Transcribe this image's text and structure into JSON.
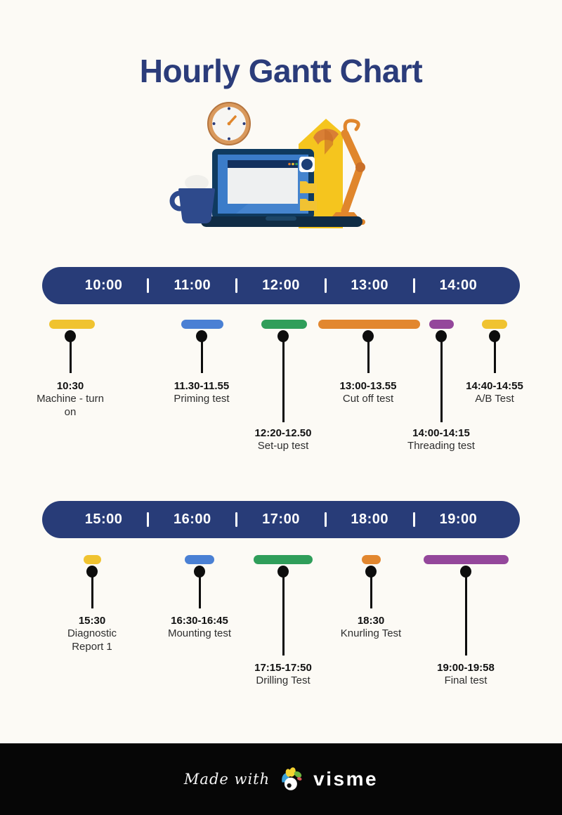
{
  "page": {
    "title": "Hourly Gantt Chart",
    "background": "#fcfaf5"
  },
  "colors": {
    "navy": "#283c78",
    "title_navy": "#2b3c7a",
    "yellow": "#f0c330",
    "blue": "#4a80d4",
    "green": "#2f9e5a",
    "orange": "#e2872f",
    "purple": "#94479b",
    "pin_black": "#0d0d0d",
    "footer_bg": "#060606"
  },
  "icons": {
    "illustration": "workspace-illustration (wall-clock, laptop, coffee-mug, books, desk-lamp)",
    "footer_logo": "visme-bird-logo"
  },
  "chart_data": {
    "type": "table",
    "title": "Hourly Gantt Chart",
    "timelines": [
      {
        "times": [
          "10:00",
          "11:00",
          "12:00",
          "13:00",
          "14:00"
        ]
      },
      {
        "times": [
          "15:00",
          "16:00",
          "17:00",
          "18:00",
          "19:00"
        ]
      }
    ],
    "separator": "|",
    "rows": [
      {
        "tasks": [
          {
            "time": "10:30",
            "name": "Machine - turn on",
            "color": "yellow"
          },
          {
            "time": "11.30-11.55",
            "name": "Priming test",
            "color": "blue"
          },
          {
            "time": "12:20-12.50",
            "name": "Set-up test",
            "color": "green"
          },
          {
            "time": "13:00-13.55",
            "name": "Cut off test",
            "color": "orange"
          },
          {
            "time": "14:00-14:15",
            "name": "Threading test",
            "color": "purple"
          },
          {
            "time": "14:40-14:55",
            "name": "A/B Test",
            "color": "yellow"
          }
        ]
      },
      {
        "tasks": [
          {
            "time": "15:30",
            "name": "Diagnostic Report 1",
            "color": "yellow"
          },
          {
            "time": "16:30-16:45",
            "name": "Mounting test",
            "color": "blue"
          },
          {
            "time": "17:15-17:50",
            "name": "Drilling Test",
            "color": "green"
          },
          {
            "time": "18:30",
            "name": "Knurling Test",
            "color": "orange"
          },
          {
            "time": "19:00-19:58",
            "name": "Final test",
            "color": "purple"
          }
        ]
      }
    ]
  },
  "footer": {
    "made_with": "Made with",
    "brand": "visme"
  }
}
